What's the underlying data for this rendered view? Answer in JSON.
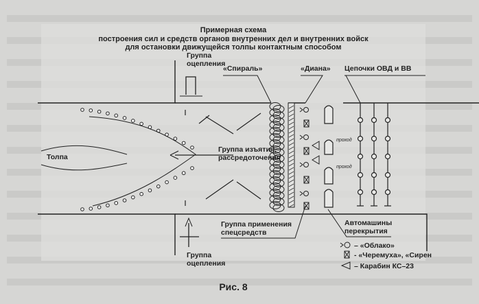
{
  "title": {
    "line1": "Примерная схема",
    "line2": "построения сил и средств органов внутренних дел и внутренних войск",
    "line3": "для остановки движущейся толпы контактным способом"
  },
  "labels": {
    "cordon_top": [
      "Группа",
      "оцепления"
    ],
    "spiral": "«Спираль»",
    "diana": "«Диана»",
    "chains": "Цепочки ОВД и ВВ",
    "crowd": "Толпа",
    "seizure_group": [
      "Группа изъятия,",
      "рассредоточения"
    ],
    "passage1": "проход",
    "passage2": "проход",
    "special_means_group": [
      "Группа применения",
      "спецсредств"
    ],
    "blocking_vehicles": [
      "Автомашины",
      "перекрытия"
    ],
    "cordon_bottom": [
      "Группа",
      "оцепления"
    ]
  },
  "legend": [
    {
      "icon": "oblako-icon",
      "label": "– «Облако»"
    },
    {
      "icon": "cheryomukha-icon",
      "label": "- «Черемуха», «Сирен"
    },
    {
      "icon": "carbine-icon",
      "label": "– Карабин КС–23"
    }
  ],
  "caption": "Рис. 8"
}
